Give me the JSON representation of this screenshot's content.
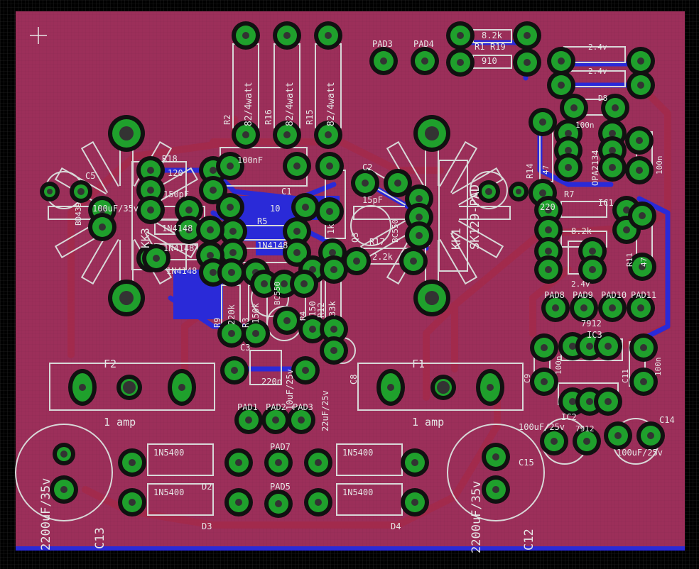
{
  "colors": {
    "background": "#000000",
    "board": "#9c2f5a",
    "grid": "#2e2e2e",
    "trace_top": "#a22a4c",
    "trace_bottom": "#2a2ad8",
    "pad_ring": "#1fa02c",
    "silkscreen": "#d8d8d8"
  },
  "labels": {
    "r2_value": "82/4watt",
    "r16_value": "82/4watt",
    "r15_value": "82/4watt",
    "r2": "R2",
    "r16": "R16",
    "r15": "R15",
    "pad3": "PAD3",
    "pad4": "PAD4",
    "r1_value": "8.2k",
    "r1": "R1",
    "r19": "R19",
    "r19_value": "910",
    "d_top_a": "2.4v",
    "d_top_b": "2.4v",
    "d8": "D8",
    "c_100n_top": "100n",
    "c_100n_right": "100n",
    "opa2134": "OPA2134",
    "r14": "R14",
    "r14_value": "47",
    "c5": "C5",
    "bd439": "BD439",
    "c5_value": "100uF/35v",
    "kk3": "KK3",
    "r18": "R18",
    "r18_value": "120",
    "c100nf": "100nF",
    "c1": "C1",
    "r10": "10",
    "c_150pf": "150pF",
    "d1n4148_a": "1N4148",
    "d1n4148_b": "1N4148",
    "d1n4148_c": "1N4148",
    "d1n4148_d": "1N4148",
    "r5": "R5",
    "r1k": "1k",
    "c2": "C2",
    "c2_value": "15pF",
    "q3": "Q3",
    "bc550": "BC550",
    "r17": "R17",
    "r17_value": "2.2k",
    "kk1": "KK1",
    "sk129": "SK129-PAD",
    "r220": "220",
    "r7": "R7",
    "r8_2k": "8.2k",
    "ic1": "IC1",
    "r47": "47",
    "r11": "R11",
    "d_mid": "2.4v",
    "pad8": "PAD8",
    "pad9": "PAD9",
    "pad10": "PAD10",
    "pad11": "PAD11",
    "r9": "R9",
    "r9_value": "220k",
    "r3": "R3",
    "r3_value": "150k",
    "bc550_b": "BC550",
    "r4": "R4",
    "r150": "150",
    "r33k": "33k",
    "r12": "R12",
    "c3": "C3",
    "c3_value": "220n",
    "c10uf": "10uF/25v",
    "c22uf": "22uF/25v",
    "c8": "C8",
    "ic3": "IC3",
    "ic3_value": "7912",
    "c9": "C9",
    "c9_value": "100n",
    "c11": "C11",
    "c11_value": "100n",
    "f2": "F2",
    "f2_value": "1 amp",
    "f1": "F1",
    "f1_value": "1 amp",
    "pad1": "PAD1",
    "pad2": "PAD2",
    "pad3b": "PAD3",
    "pad7": "PAD7",
    "pad5": "PAD5",
    "d_1n5400_a": "1N5400",
    "d_1n5400_b": "1N5400",
    "d_1n5400_c": "1N5400",
    "d_1n5400_d": "1N5400",
    "d2": "D2",
    "d3": "D3",
    "d4": "D4",
    "c13": "C13",
    "c13_value": "2200uF/35v",
    "c12": "C12",
    "c12_value": "2200uF/35v",
    "c15": "C15",
    "c14": "C14",
    "c14_value": "100uF/25v",
    "ic2": "IC2",
    "c_100uf_25v": "100uF/25v",
    "ic2_value": "7912"
  }
}
